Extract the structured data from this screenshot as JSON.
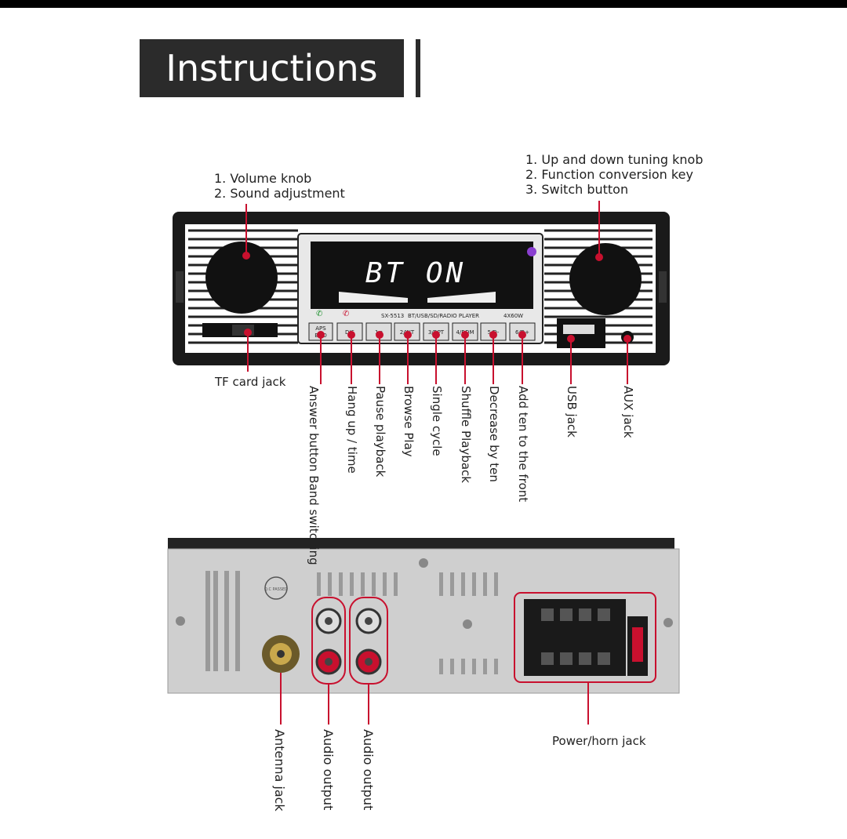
{
  "title": "Instructions",
  "front_panel": {
    "volume_note": [
      "1. Volume knob",
      "2. Sound adjustment"
    ],
    "tuning_note": [
      "1. Up and down tuning knob",
      "2. Function conversion key",
      "3. Switch button"
    ],
    "display_text": "BT ON",
    "model_text": "SX-5513",
    "player_text": "BT/USB/SD/RADIO PLAYER",
    "power_text": "4X60W",
    "buttons": [
      "APS\nBND",
      "DIS",
      "1⏯",
      "2/INT",
      "3/RPT",
      "4/RDM",
      "5/D-",
      "6/D+"
    ],
    "labels": {
      "tf_card": "TF card jack",
      "answer": "Answer button",
      "band": "Band switching",
      "hang_up": "Hang up / time",
      "pause": "Pause playback",
      "browse": "Browse Play",
      "single": "Single cycle",
      "shuffle": "Shuffle Playback",
      "decrease": "Decrease by ten",
      "add": "Add ten to the front",
      "usb": "USB jack",
      "aux": "AUX jack"
    }
  },
  "rear_panel": {
    "qc_text": "Q.C PASSED",
    "labels": {
      "antenna": "Antenna jack",
      "audio1": "Audio output",
      "audio2": "Audio output",
      "power": "Power/horn jack"
    }
  },
  "colors": {
    "accent": "#c8102e",
    "dark": "#2b2b2b",
    "display": "#111111"
  }
}
